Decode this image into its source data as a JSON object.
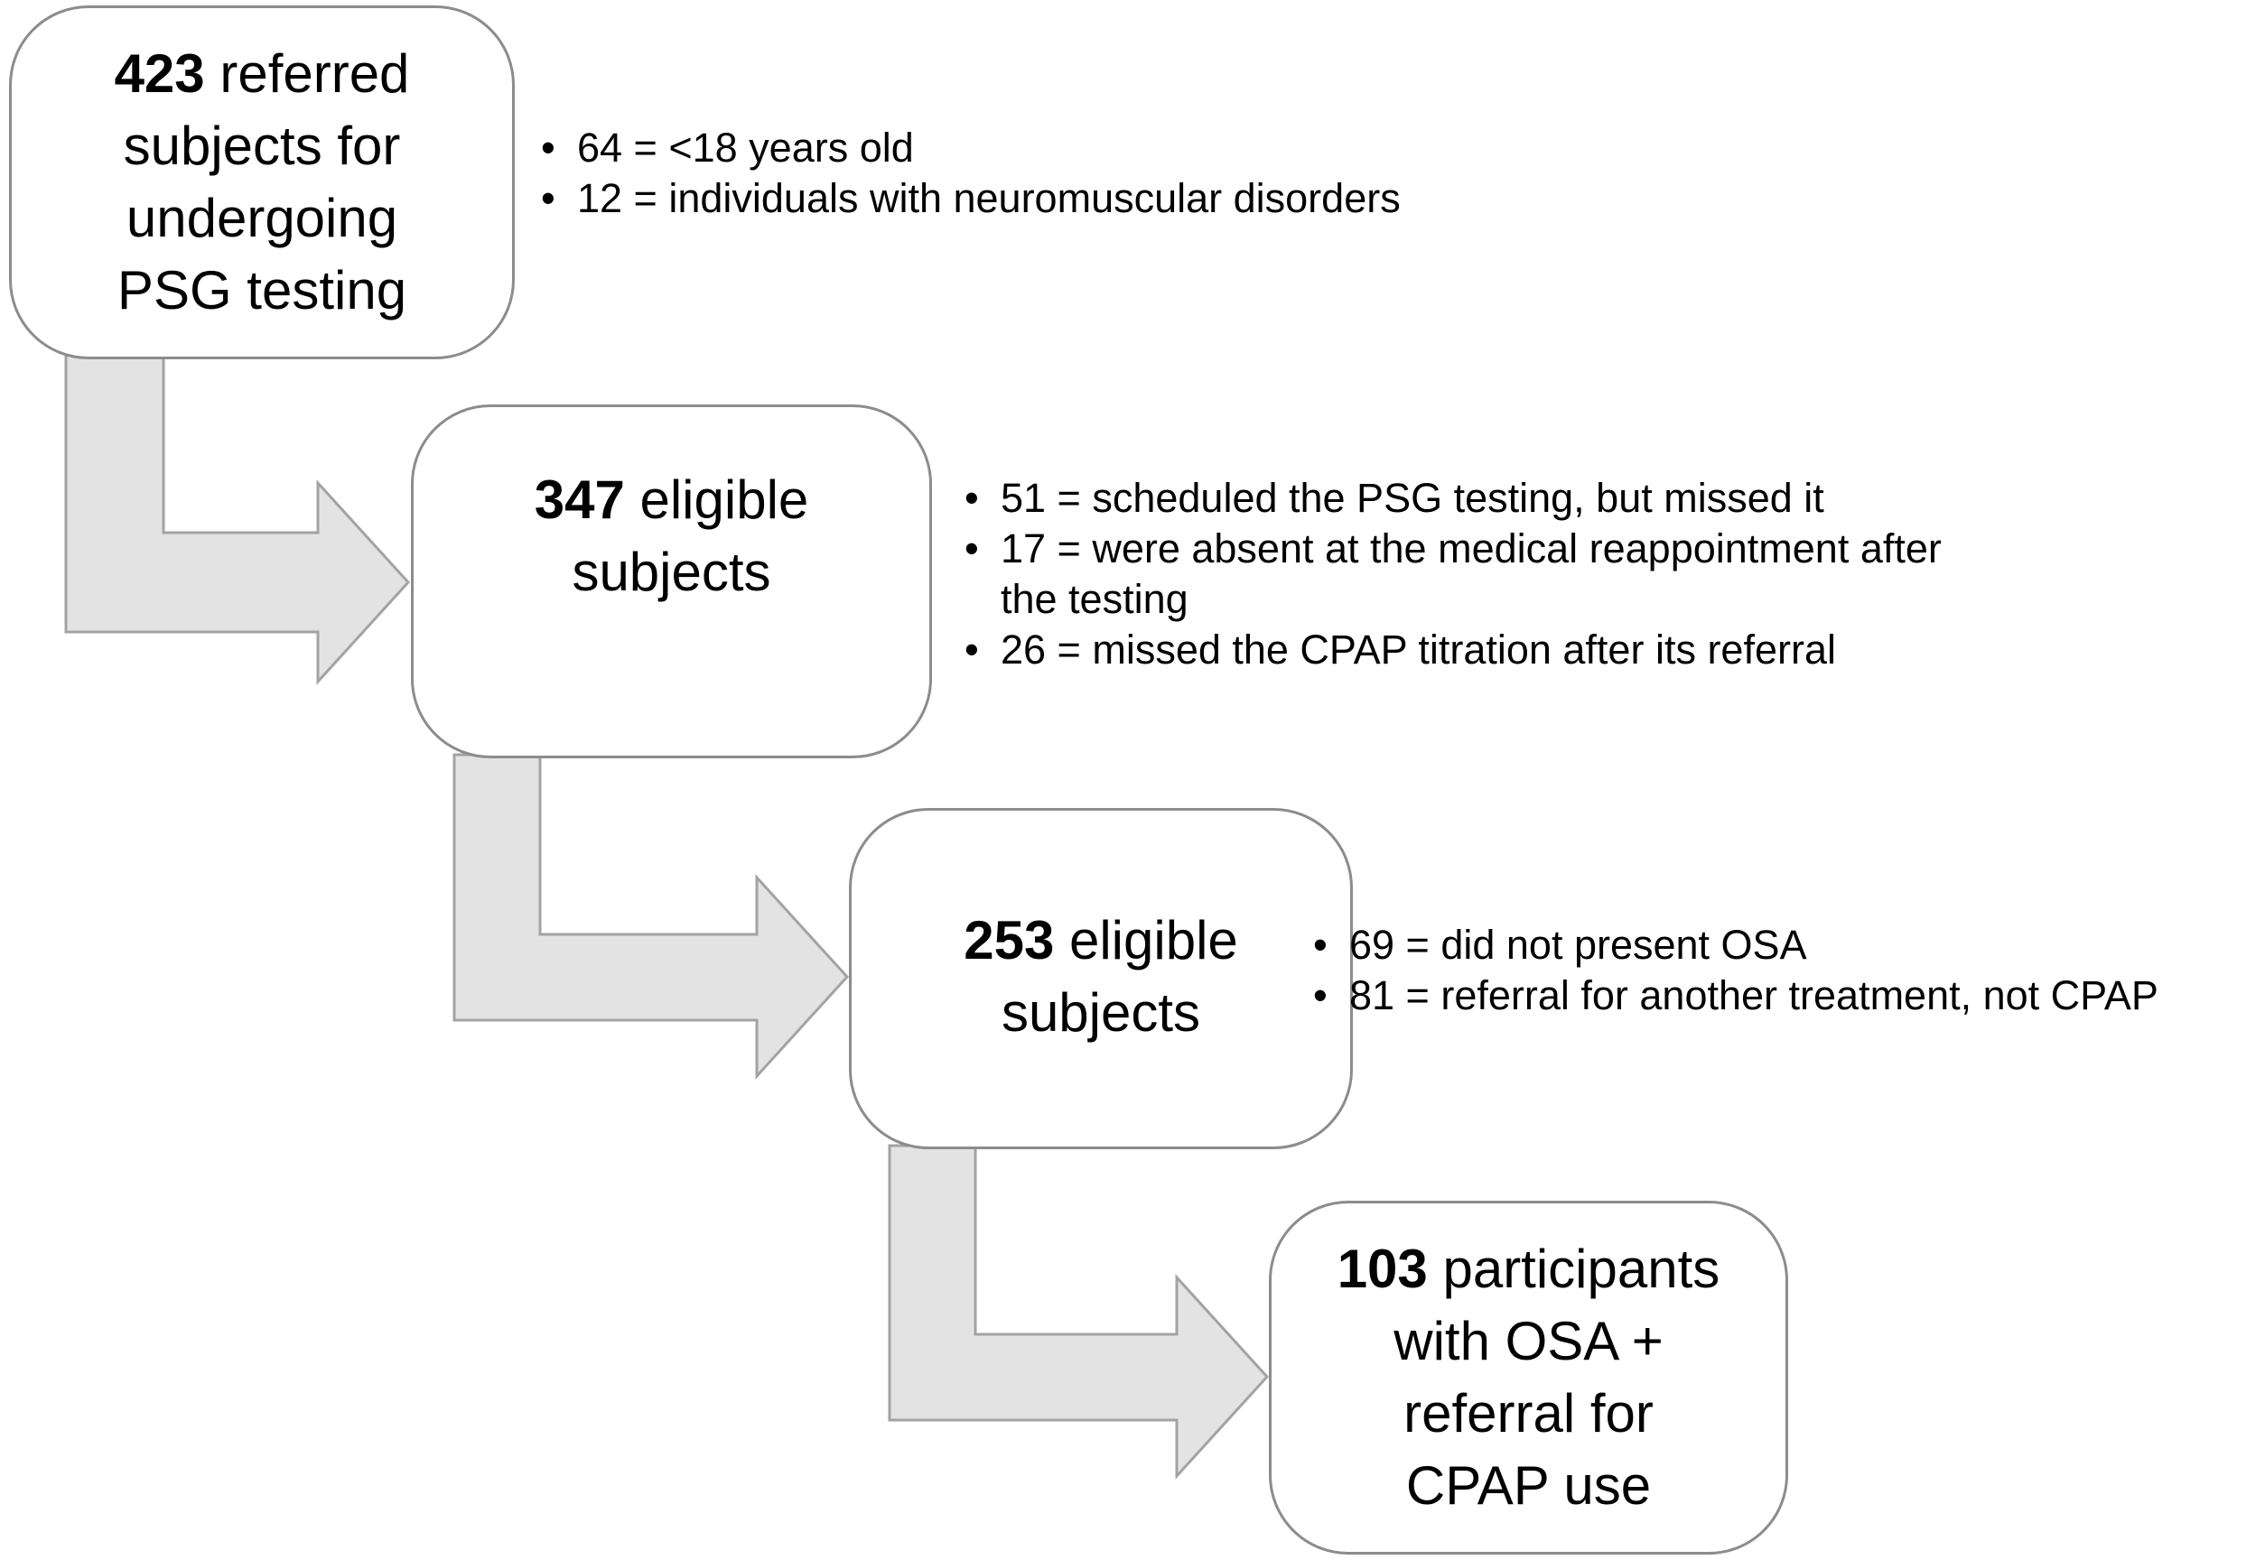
{
  "figure": {
    "type": "participant-flow-diagram",
    "boxes": [
      {
        "number": "423",
        "label": " referred\nsubjects for\nundergoing\nPSG testing"
      },
      {
        "number": "347",
        "label": " eligible\nsubjects"
      },
      {
        "number": "253",
        "label": " eligible\nsubjects"
      },
      {
        "number": "103",
        "label": " participants\nwith OSA +\nreferral for\nCPAP use"
      }
    ],
    "exclusion_lists": [
      {
        "attached_to_box": "423 referred subjects for undergoing PSG testing",
        "items": [
          "64 = <18 years old",
          "12 = individuals with neuromuscular disorders"
        ]
      },
      {
        "attached_to_box": "347 eligible subjects",
        "items": [
          "51 = scheduled the PSG testing, but missed it",
          "17 = were absent at the medical reappointment after\nthe testing",
          "26 = missed the CPAP titration after its referral"
        ]
      },
      {
        "attached_to_box": "253 eligible subjects",
        "items": [
          "69 = did not present OSA",
          "81 = referral for another treatment, not CPAP"
        ]
      }
    ],
    "colors": {
      "background": "#ffffff",
      "box_border": "#8c8c8c",
      "arrow_fill": "#e3e3e3",
      "arrow_border": "#a3a3a3",
      "text": "#000000"
    }
  }
}
